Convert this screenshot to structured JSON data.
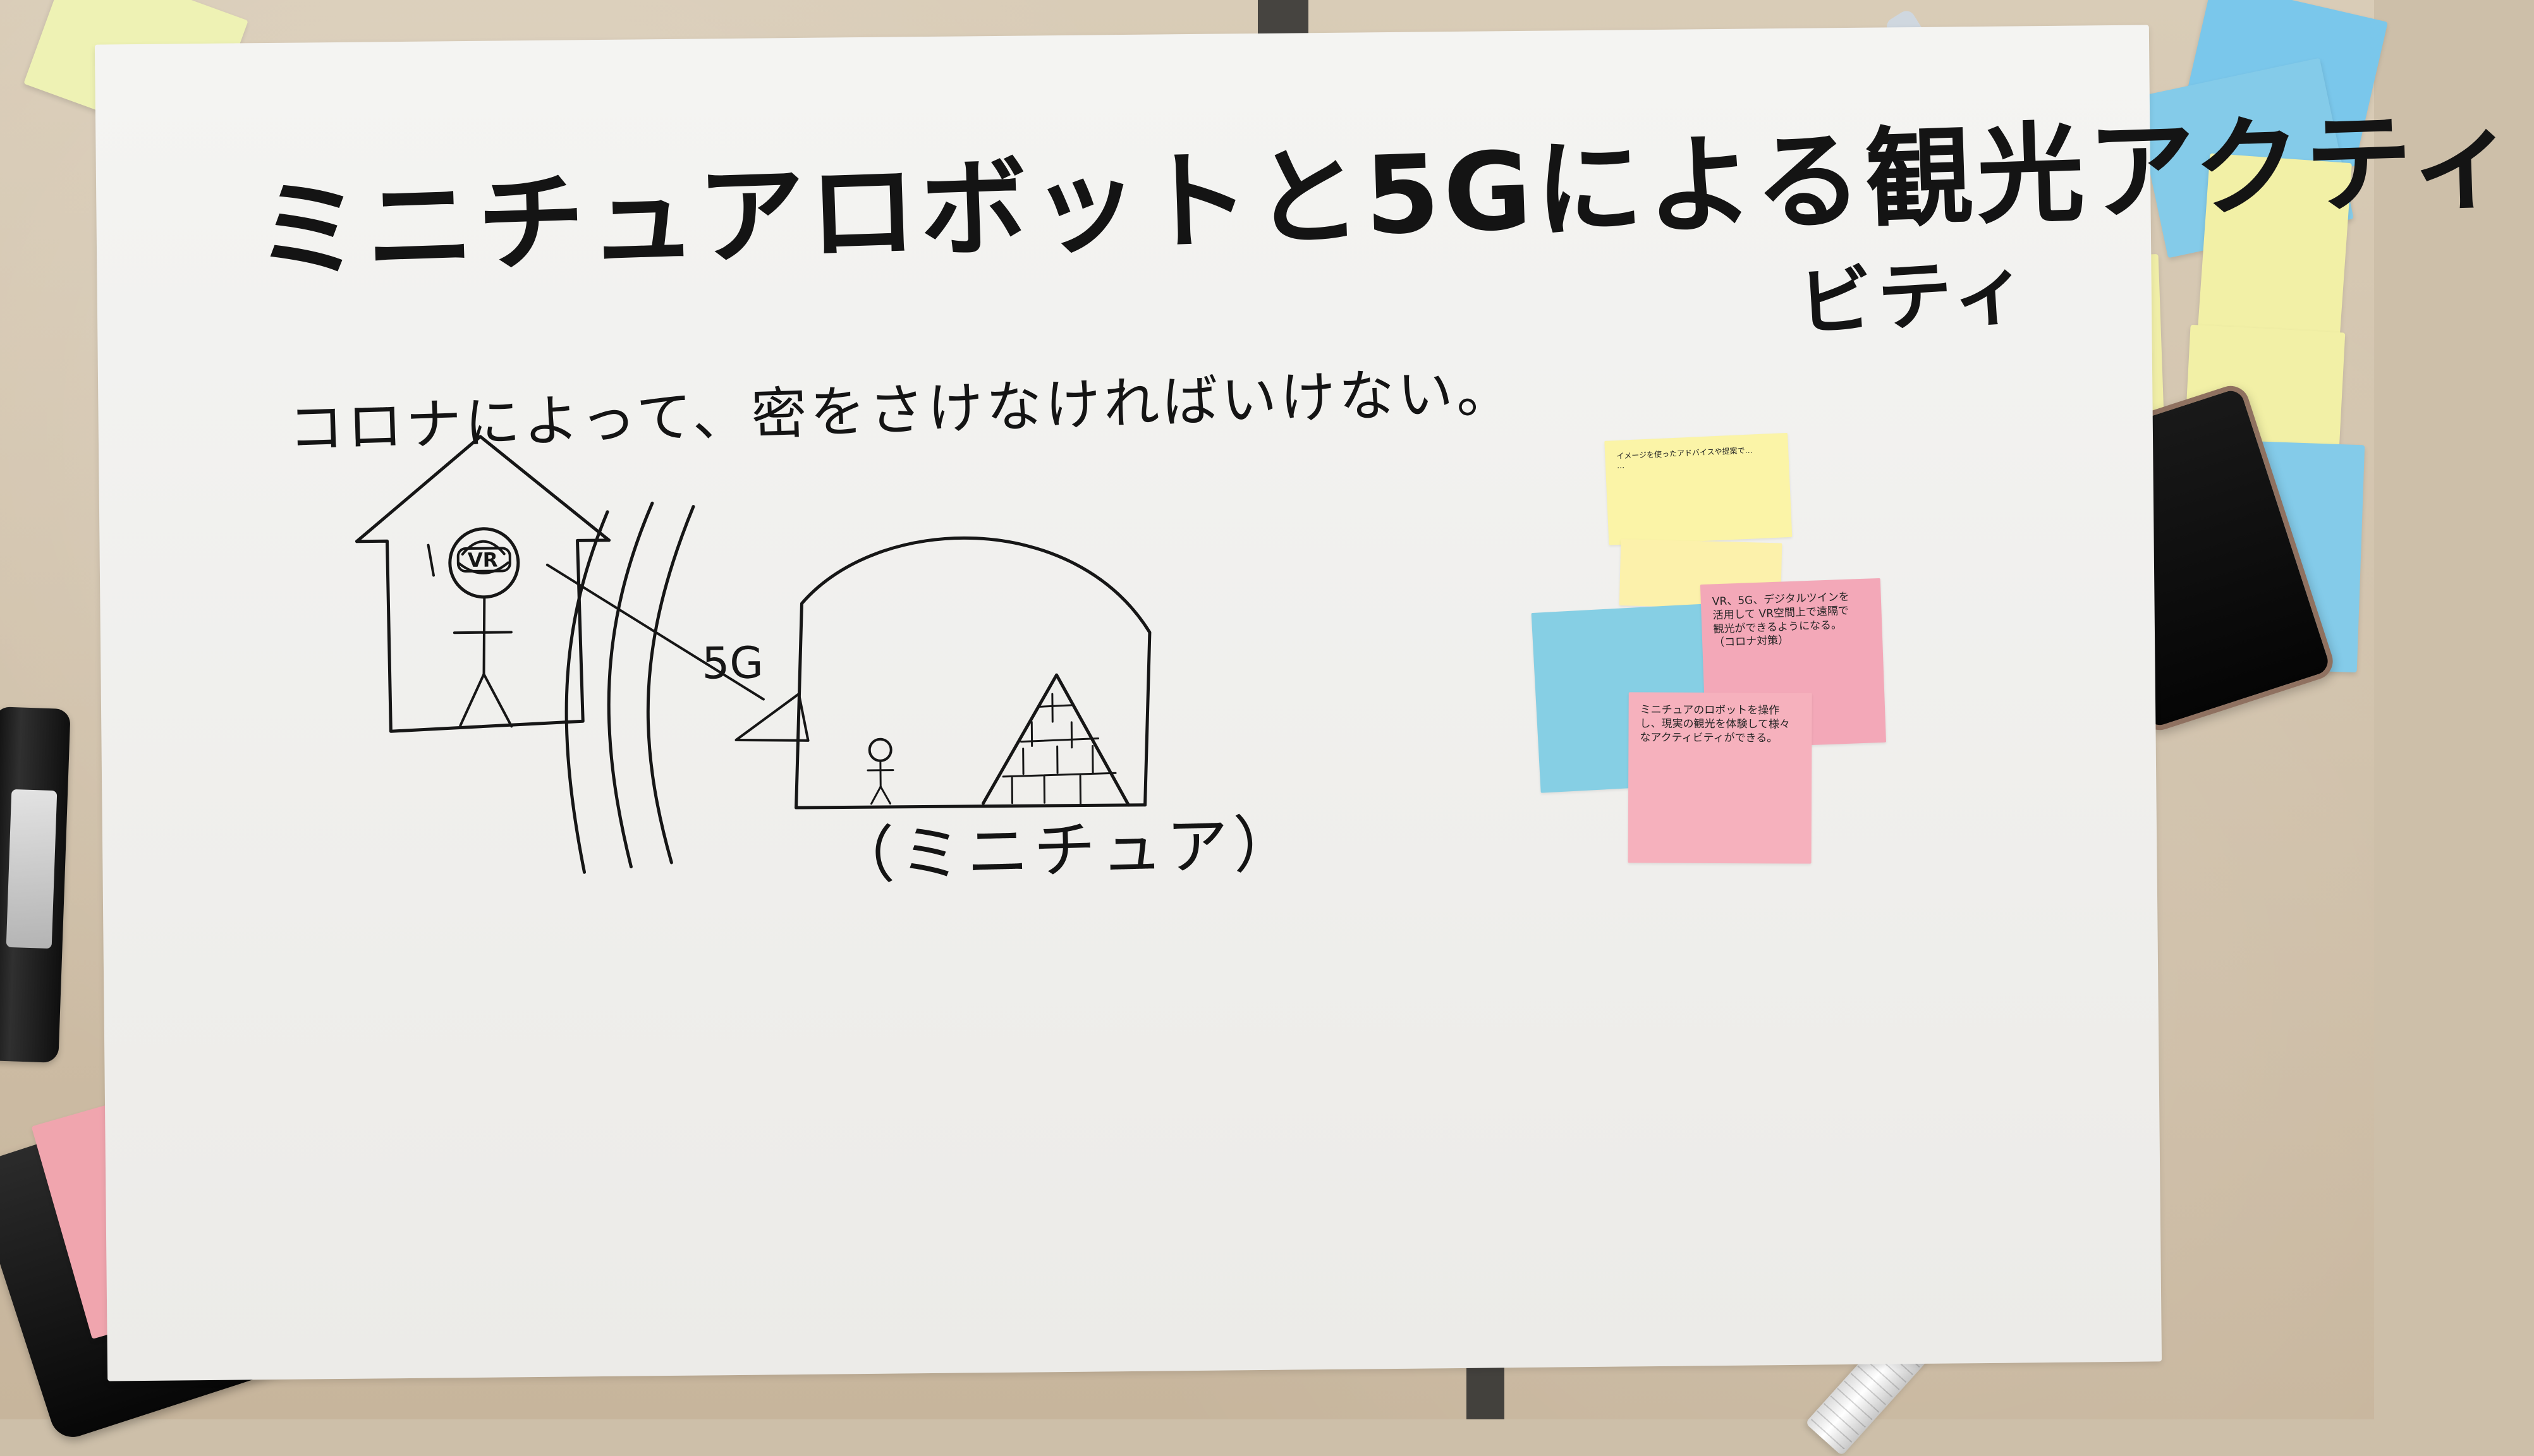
{
  "poster": {
    "title_line_1": "ミニチュアロボットと5Gによる観光アクティ",
    "title_line_2": "ビティ",
    "subtitle": "コロナによって、密をさけなければいけない。",
    "left_figure_text": "VR",
    "signal_label": "5G",
    "caption": "（ミニチュア）"
  },
  "sticky_notes": {
    "yellow_a": "イメージを使ったアドバイスや提案で…\n…",
    "yellow_b": "",
    "blue": "",
    "pink_a": "VR、5G、デジタルツインを\n活用して VR空間上で遠隔で\n観光ができるようになる。\n（コロナ対策）",
    "pink_b": "ミニチュアのロボットを操作し、現実の観光を体験して様々なアクティビティができる。"
  },
  "icons": {
    "house": "house-sketch-icon",
    "person": "stick-figure-icon",
    "pyramid": "pyramid-sketch-icon"
  },
  "colors": {
    "paper": "#f4f4f2",
    "ink": "#141414",
    "yellow": "#fbf4a7",
    "blue": "#86cfe4",
    "pink": "#f3a8b8"
  }
}
